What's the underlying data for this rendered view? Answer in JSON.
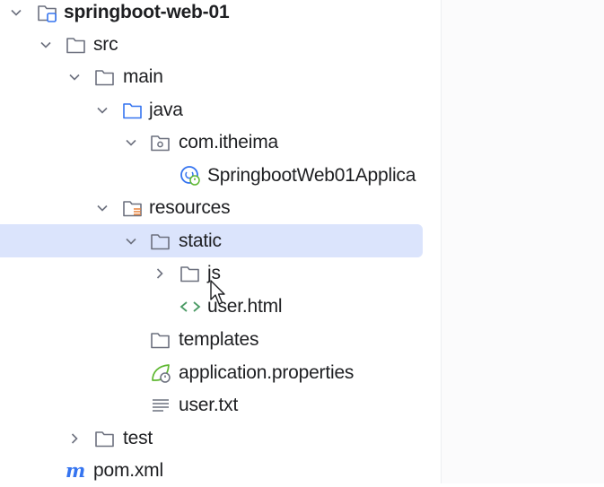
{
  "project_tree": {
    "root": "springboot-web-01",
    "src": "src",
    "main": "main",
    "java": "java",
    "package": "com.itheima",
    "app_class": "SpringbootWeb01Applica",
    "resources": "resources",
    "static": "static",
    "js": "js",
    "user_html": "user.html",
    "templates": "templates",
    "app_properties": "application.properties",
    "user_txt": "user.txt",
    "test": "test",
    "pom": "pom.xml"
  },
  "colors": {
    "selection": "#dbe4fc",
    "folder_stroke": "#6c707e",
    "source_folder": "#3574f0",
    "html_tag": "#4a9a64",
    "spring_green": "#5fb832"
  }
}
